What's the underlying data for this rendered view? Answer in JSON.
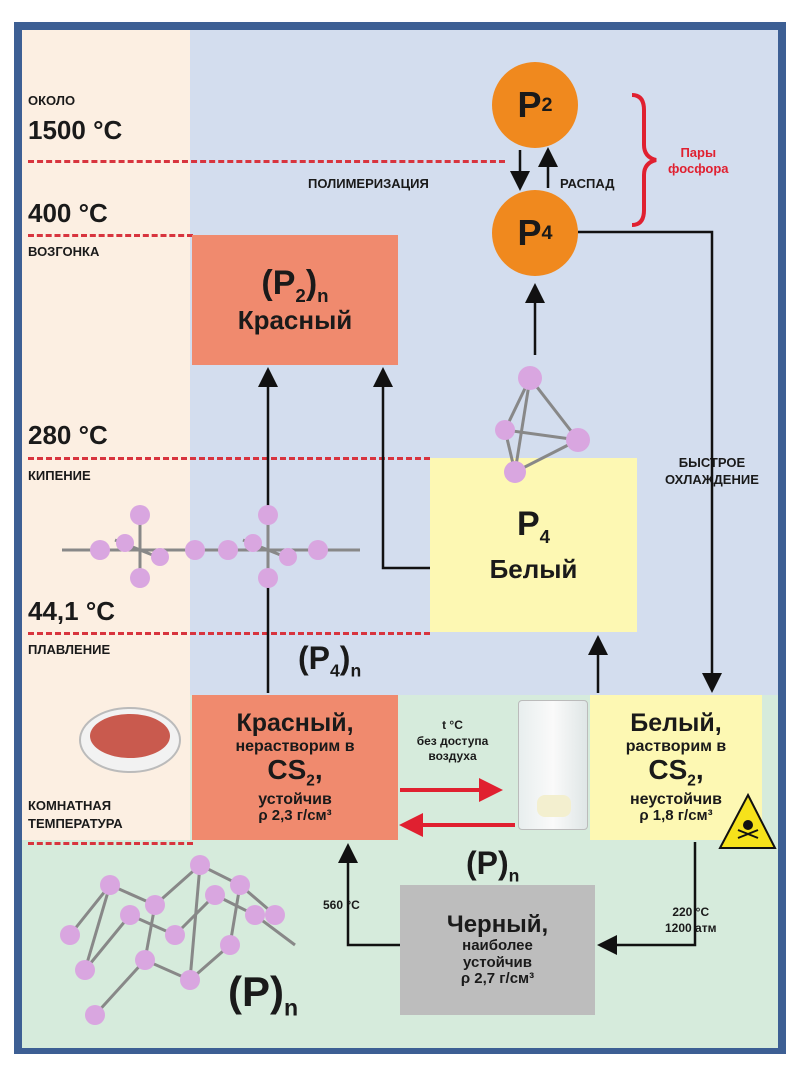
{
  "temperatures": {
    "t1500_prefix": "ОКОЛО",
    "t1500": "1500 °C",
    "t400": "400 °C",
    "t400_label": "ВОЗГОНКА",
    "t280": "280 °C",
    "t280_label": "КИПЕНИЕ",
    "t44": "44,1 °C",
    "t44_label": "ПЛАВЛЕНИЕ",
    "room_line1": "КОМНАТНАЯ",
    "room_line2": "ТЕМПЕРАТУРА"
  },
  "vapor": {
    "p2": "P",
    "p2_sub": "2",
    "p4": "P",
    "p4_sub": "4",
    "polymerization": "ПОЛИМЕРИЗАЦИЯ",
    "decay": "РАСПАД",
    "brace_line1": "Пары",
    "brace_line2": "фосфора"
  },
  "red_high": {
    "formula": "(P",
    "formula_sub": "2",
    "formula_close": ")",
    "formula_n": "n",
    "name": "Красный"
  },
  "white_high": {
    "formula": "P",
    "formula_sub": "4",
    "name": "Белый"
  },
  "fast_cooling": {
    "line1": "БЫСТРОЕ",
    "line2": "ОХЛАЖДЕНИЕ"
  },
  "p4n": {
    "formula": "(P",
    "formula_sub": "4",
    "formula_close": ")",
    "formula_n": "n"
  },
  "red_room": {
    "name": "Красный,",
    "line2": "нерастворим в",
    "cs": "CS",
    "cs_sub": "2",
    "cs_comma": ",",
    "line4": "устойчив",
    "density": "ρ 2,3 г/см³"
  },
  "white_room": {
    "name": "Белый,",
    "line2": "растворим в",
    "cs": "CS",
    "cs_sub": "2",
    "cs_comma": ",",
    "line4": "неустойчив",
    "density": "ρ 1,8 г/см³"
  },
  "conversion": {
    "line1": "t °C",
    "line2": "без доступа",
    "line3": "воздуха"
  },
  "pn_mid": {
    "formula": "(P)",
    "formula_n": "n"
  },
  "black": {
    "name": "Черный,",
    "line2": "наиболее",
    "line3": "устойчив",
    "density": "ρ 2,7 г/см³"
  },
  "c560": "560 °C",
  "pressure": {
    "line1": "220 °C",
    "line2": "1200 атм"
  },
  "pn_big": {
    "formula": "(P)",
    "formula_n": "n"
  },
  "colors": {
    "frame": "#3d5f94",
    "peach": "#fcefe2",
    "blue": "#d3ddee",
    "green": "#d6ebdc",
    "red_box": "#f08a6e",
    "yellow_box": "#fdf8b3",
    "grey_box": "#bdbdbd",
    "orange": "#f0891e",
    "dash": "#d8343e"
  }
}
